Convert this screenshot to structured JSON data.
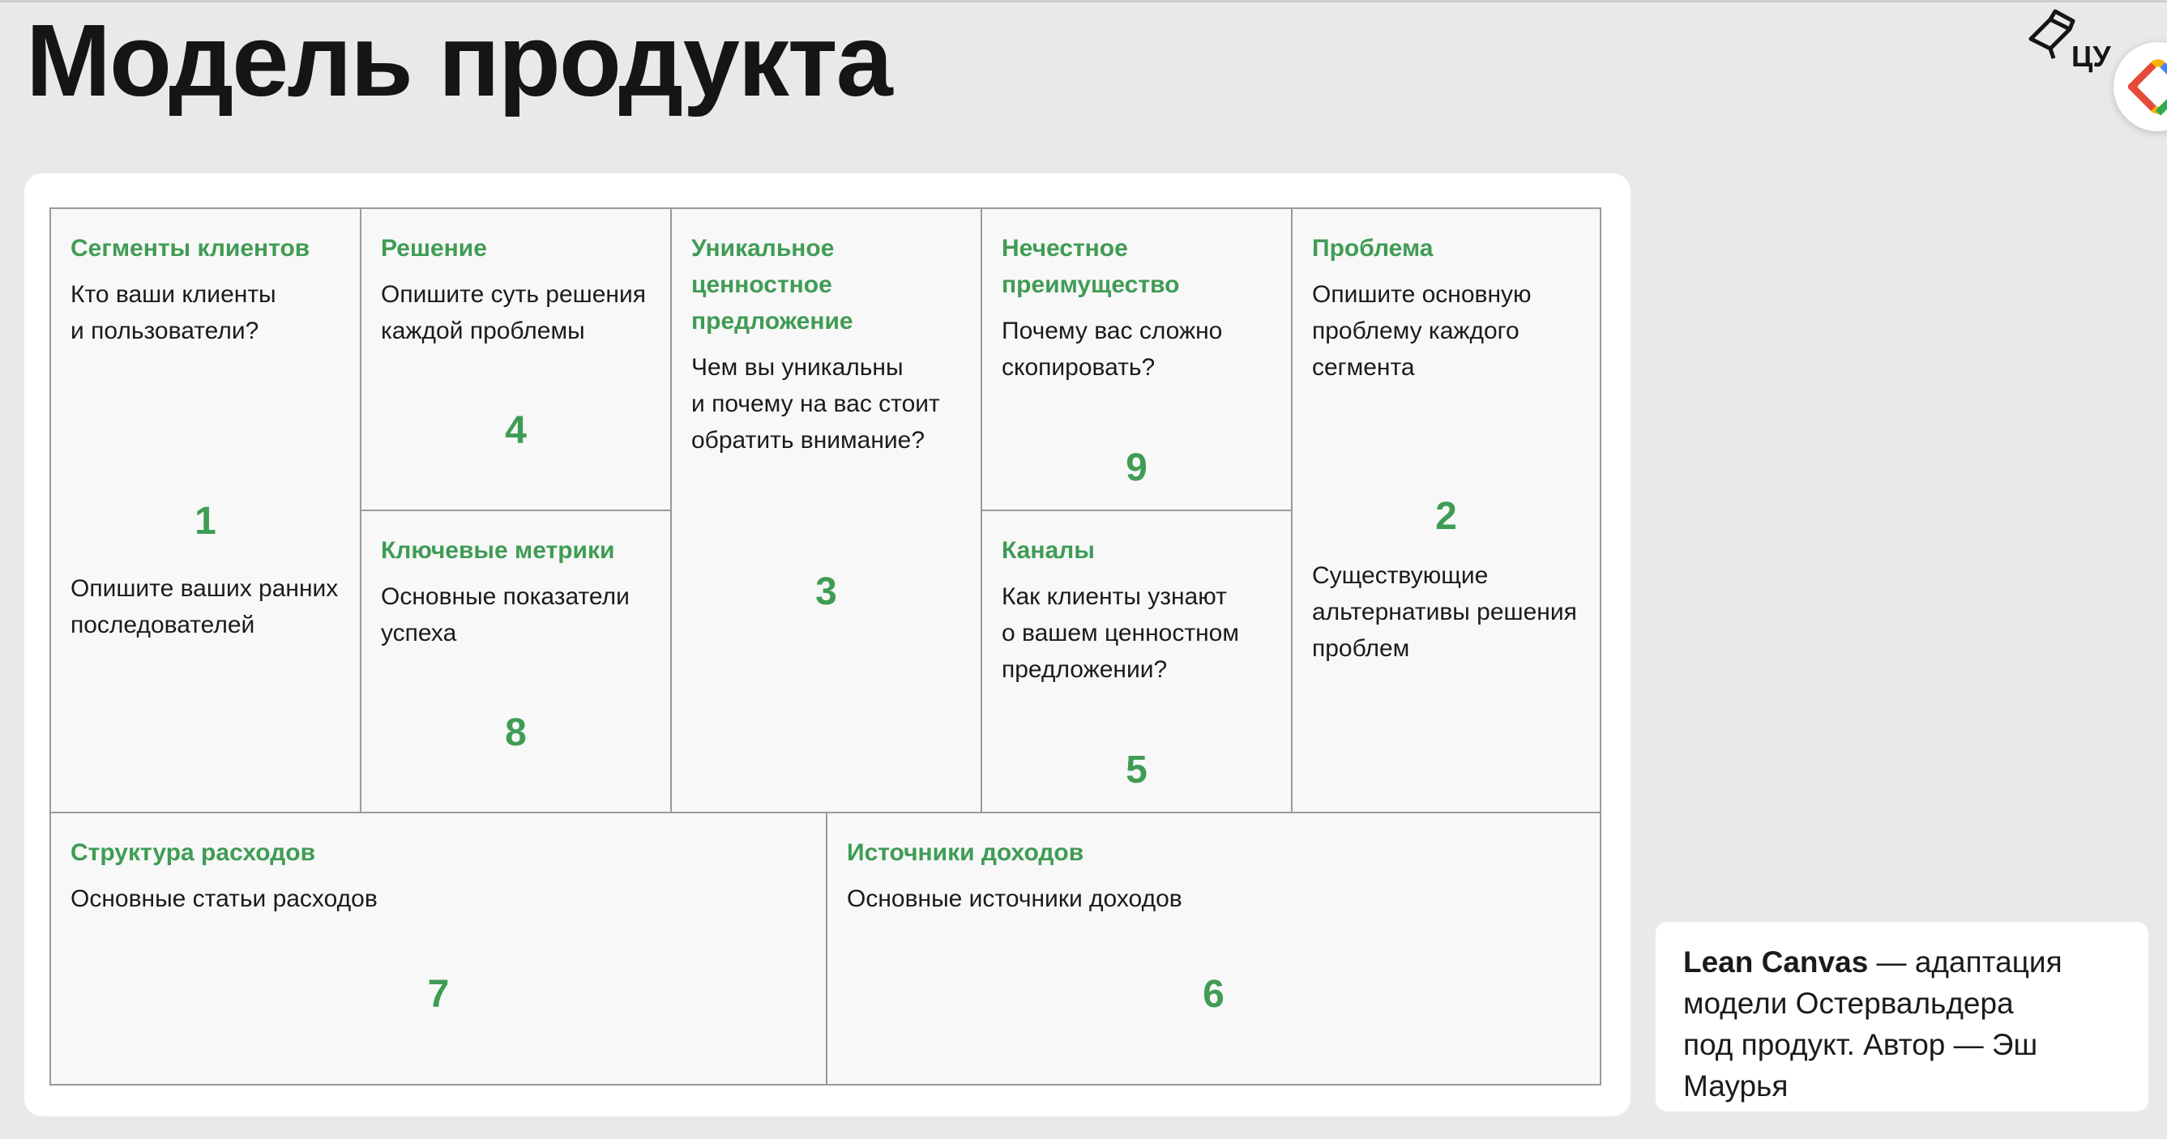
{
  "header": {
    "title": "Модель продукта",
    "logo_text": "ЦУ"
  },
  "canvas": {
    "segments": {
      "heading": "Сегменты клиентов",
      "question": [
        "Кто ваши клиенты",
        "и пользователи?"
      ],
      "number": "1",
      "extra": [
        "Опишите ваших ранних",
        "последователей"
      ]
    },
    "solution": {
      "heading": "Решение",
      "question": [
        "Опишите суть решения",
        "каждой проблемы"
      ],
      "number": "4"
    },
    "metrics": {
      "heading": "Ключевые метрики",
      "question": [
        "Основные показатели",
        "успеха"
      ],
      "number": "8"
    },
    "uvp": {
      "heading": [
        "Уникальное",
        "ценностное",
        "предложение"
      ],
      "question": [
        "Чем вы уникальны",
        "и почему на вас стоит",
        "обратить внимание?"
      ],
      "number": "3"
    },
    "advantage": {
      "heading": [
        "Нечестное",
        "преимущество"
      ],
      "question": [
        "Почему вас сложно",
        "скопировать?"
      ],
      "number": "9"
    },
    "channels": {
      "heading": "Каналы",
      "question": [
        "Как клиенты узнают",
        "о вашем ценностном",
        "предложении?"
      ],
      "number": "5"
    },
    "problem": {
      "heading": "Проблема",
      "question": [
        "Опишите основную",
        "проблему каждого",
        "сегмента"
      ],
      "number": "2",
      "extra": [
        "Существующие",
        "альтернативы решения",
        "проблем"
      ]
    },
    "costs": {
      "heading": "Структура расходов",
      "question": "Основные статьи расходов",
      "number": "7"
    },
    "revenue": {
      "heading": "Источники доходов",
      "question": "Основные источники доходов",
      "number": "6"
    }
  },
  "note": {
    "bold": "Lean Canvas",
    "lines": [
      " — адаптация",
      "модели Остервальдера",
      "под продукт. Автор — Эш",
      "Маурья"
    ]
  },
  "colors": {
    "accent": "#3f9c54",
    "background": "#e9e9e9",
    "border": "#9a9a9a"
  }
}
